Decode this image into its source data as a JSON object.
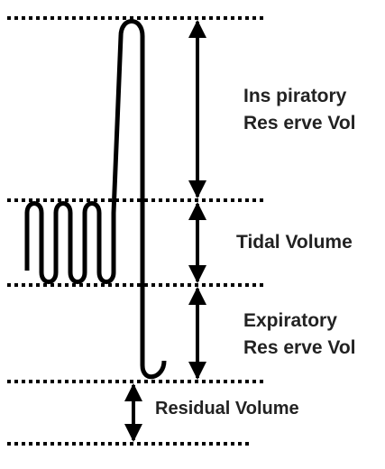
{
  "labels": {
    "inspiratory_reserve": [
      "Ins piratory",
      "Res erve Vol"
    ],
    "tidal": "Tidal Volume",
    "expiratory_reserve": [
      "Expiratory",
      "Res erve Vol"
    ],
    "residual": "Residual Volume"
  },
  "colors": {
    "stroke": "#000000",
    "text": "#222222",
    "background": "#ffffff"
  }
}
